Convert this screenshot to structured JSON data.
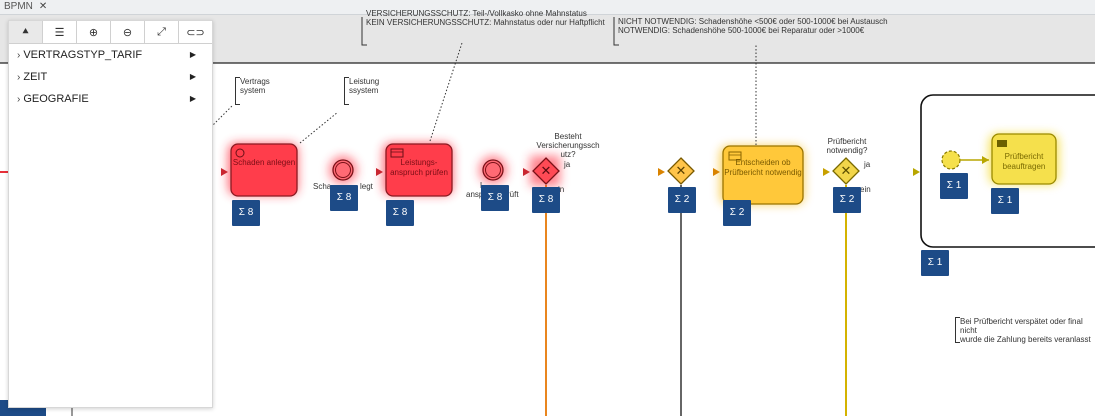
{
  "tab": {
    "label": "BPMN",
    "close": "✕"
  },
  "toolbar": {
    "buttons": [
      {
        "name": "pin-icon",
        "glyph": "⯅"
      },
      {
        "name": "list-icon",
        "glyph": "☰"
      },
      {
        "name": "zoom-in-icon",
        "glyph": "⊕"
      },
      {
        "name": "zoom-out-icon",
        "glyph": "⊖"
      },
      {
        "name": "fit-icon",
        "glyph": "⤢"
      },
      {
        "name": "toggle-icon",
        "glyph": "⊂⊃"
      }
    ]
  },
  "menu": {
    "items": [
      {
        "label": "VERTRAGSTYP_TARIF"
      },
      {
        "label": "ZEIT"
      },
      {
        "label": "GEOGRAFIE"
      }
    ]
  },
  "annotations": {
    "versicherung": "VERSICHERUNGSSCHUTZ: Teil-/Vollkasko ohne Mahnstatus\nKEIN VERSICHERUNGSSCHUTZ: Mahnstatus oder nur Haftpflicht",
    "notwendig": "NICHT NOTWENDIG: Schadenshöhe <500€ oder 500-1000€ bei Austausch\nNOTWENDIG: Schadenshöhe 500-1000€ bei Reparatur oder >1000€",
    "vertragssystem": "Vertrags\nsystem",
    "leistungssystem": "Leistung\nssystem",
    "pruefbericht_note": "Bei Prüfbericht verspätet oder final nicht\nwurde die Zahlung bereits veranlasst"
  },
  "tasks": {
    "schaden_anlegen": "Schaden\nanlegen",
    "leistungsanspruch": "Leistungs-\nanspruch prüfen",
    "entscheiden": "Entscheiden ob\nPrüfbericht\nnotwendig",
    "pruefbericht_beauftragen": "Prüfbericht\nbeauftragen"
  },
  "labels": {
    "schaden_angelegt_a": "Scha",
    "schaden_angelegt_b": "legt",
    "leistung_geprueft_a": "L",
    "leistung_geprueft_b": "anspr",
    "leistung_geprueft_c": "rüft",
    "besteht": "Besteht\nVersicherungssch\nutz?",
    "ja1": "ja",
    "nein1": "in",
    "pruefbericht_notwendig": "Prüfbericht\nnotwendig?",
    "ja2": "ja",
    "nein2": "ein"
  },
  "badges": {
    "b1": "Σ 8",
    "b2": "Σ 8",
    "b3": "Σ 8",
    "b4": "Σ 8",
    "b5": "Σ 8",
    "b6": "Σ 2",
    "b7": "Σ 2",
    "b8": "Σ 2",
    "b9": "Σ 1",
    "b10": "Σ 1",
    "b11": "Σ 1"
  },
  "colors": {
    "red": "#ff2b3c",
    "amber": "#f7b500",
    "yellow": "#f2d200",
    "badge": "#1d4b87"
  }
}
